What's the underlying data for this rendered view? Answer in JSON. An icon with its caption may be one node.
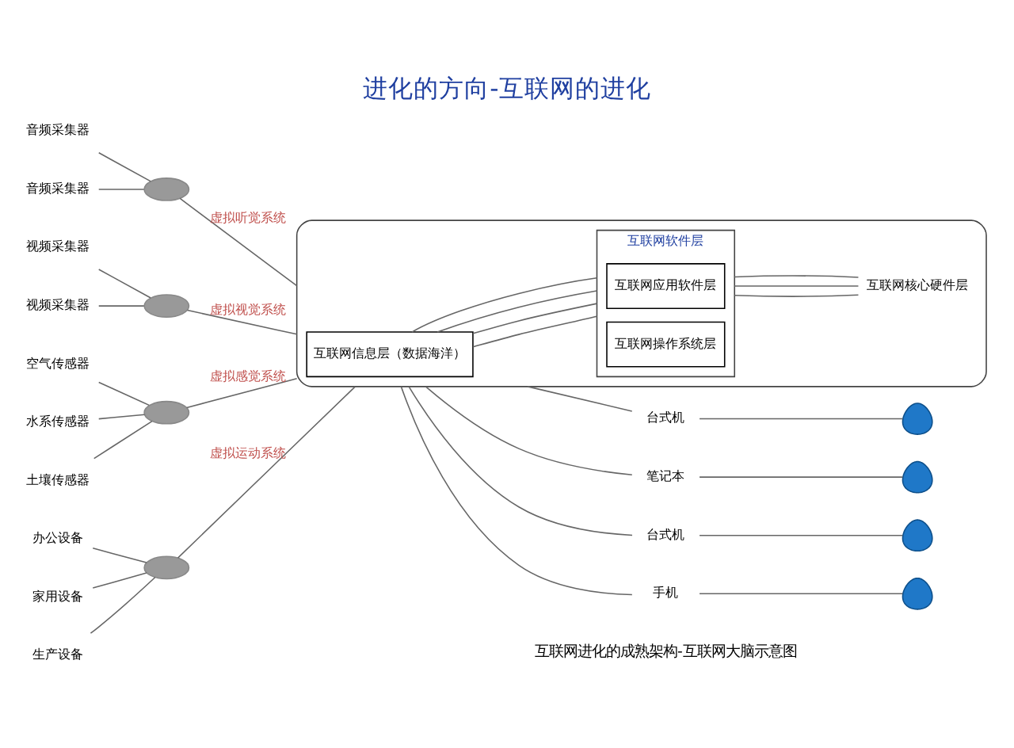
{
  "diagram": {
    "title": "进化的方向-互联网的进化",
    "caption": "互联网进化的成熟架构-互联网大脑示意图",
    "nodes": [
      {
        "text": [],
        "shape": "head"
      },
      {
        "text": [
          "互联网信息层（数据海洋）"
        ],
        "in": 0
      },
      {
        "text": [
          "互联网软件层"
        ],
        "in": 0
      },
      {
        "text": [
          "互联网应用软件层"
        ],
        "in": 2
      },
      {
        "text": [
          "互联网操作系统层"
        ],
        "in": 2
      },
      {
        "text": [
          "互联网核心硬件层"
        ],
        "in": 0
      },
      {
        "text": [],
        "shape": "ellipse"
      },
      {
        "text": [
          "音频采集器"
        ]
      },
      {
        "text": [
          "音频采集器"
        ]
      },
      {
        "text": [],
        "shape": "ellipse"
      },
      {
        "text": [
          "视频采集器"
        ]
      },
      {
        "text": [
          "视频采集器"
        ]
      },
      {
        "text": [],
        "shape": "ellipse"
      },
      {
        "text": [
          "空气传感器"
        ]
      },
      {
        "text": [
          "水系传感器"
        ]
      },
      {
        "text": [
          "土壤传感器"
        ]
      },
      {
        "text": [],
        "shape": "ellipse"
      },
      {
        "text": [
          "办公设备"
        ]
      },
      {
        "text": [
          "家用设备"
        ]
      },
      {
        "text": [
          "生产设备"
        ]
      },
      {
        "text": [
          "台式机"
        ]
      },
      {
        "text": [],
        "shape": "person"
      },
      {
        "text": [
          "笔记本"
        ]
      },
      {
        "text": [],
        "shape": "person"
      },
      {
        "text": [
          "台式机"
        ]
      },
      {
        "text": [],
        "shape": "person"
      },
      {
        "text": [
          "手机"
        ]
      },
      {
        "text": [],
        "shape": "person"
      }
    ],
    "edges": [
      {
        "from": 1,
        "to": 2,
        "arrow": "none"
      },
      {
        "from": 1,
        "to": 2,
        "arrow": "none"
      },
      {
        "from": 1,
        "to": 2,
        "arrow": "none"
      },
      {
        "from": 1,
        "to": 2,
        "arrow": "none"
      },
      {
        "from": 2,
        "to": 5,
        "arrow": "none"
      },
      {
        "from": 2,
        "to": 5,
        "arrow": "none"
      },
      {
        "from": 2,
        "to": 5,
        "arrow": "none"
      },
      {
        "from": 7,
        "to": 6,
        "arrow": "none"
      },
      {
        "from": 8,
        "to": 6,
        "arrow": "none"
      },
      {
        "from": 6,
        "to": 0,
        "arrow": "none",
        "label": "虚拟听觉系统"
      },
      {
        "from": 10,
        "to": 9,
        "arrow": "none"
      },
      {
        "from": 11,
        "to": 9,
        "arrow": "none"
      },
      {
        "from": 9,
        "to": 0,
        "arrow": "none",
        "label": "虚拟视觉系统"
      },
      {
        "from": 13,
        "to": 12,
        "arrow": "none"
      },
      {
        "from": 14,
        "to": 12,
        "arrow": "none"
      },
      {
        "from": 15,
        "to": 12,
        "arrow": "none"
      },
      {
        "from": 12,
        "to": 0,
        "arrow": "none",
        "label": "虚拟感觉系统"
      },
      {
        "from": 17,
        "to": 16,
        "arrow": "none"
      },
      {
        "from": 18,
        "to": 16,
        "arrow": "none"
      },
      {
        "from": 19,
        "to": 16,
        "arrow": "none"
      },
      {
        "from": 16,
        "to": 0,
        "arrow": "none",
        "label": "虚拟运动系统"
      },
      {
        "from": 0,
        "to": 20,
        "arrow": "none"
      },
      {
        "from": 20,
        "to": 21,
        "arrow": "none"
      },
      {
        "from": 0,
        "to": 22,
        "arrow": "none"
      },
      {
        "from": 22,
        "to": 23,
        "arrow": "none"
      },
      {
        "from": 0,
        "to": 24,
        "arrow": "none"
      },
      {
        "from": 24,
        "to": 25,
        "arrow": "none"
      },
      {
        "from": 0,
        "to": 26,
        "arrow": "none"
      },
      {
        "from": 26,
        "to": 27,
        "arrow": "none"
      }
    ]
  }
}
